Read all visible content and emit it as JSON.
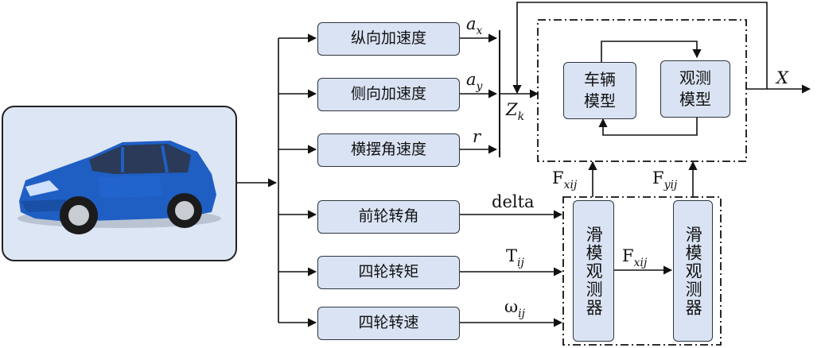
{
  "sensor_boxes": [
    {
      "id": "ax",
      "label": "纵向加速度"
    },
    {
      "id": "ay",
      "label": "侧向加速度"
    },
    {
      "id": "r",
      "label": "横摆角速度"
    },
    {
      "id": "delta",
      "label": "前轮转角"
    },
    {
      "id": "torque",
      "label": "四轮转矩"
    },
    {
      "id": "speed",
      "label": "四轮转速"
    }
  ],
  "upper_block": {
    "vehicle_model": "车辆\n模型",
    "observation_model": "观测\n模型"
  },
  "lower_block": {
    "observer_1": "滑模观测器",
    "observer_2": "滑模观测器"
  },
  "signals": {
    "ax": {
      "base": "a",
      "sub": "x"
    },
    "ay": {
      "base": "a",
      "sub": "y"
    },
    "r": "r",
    "zk": {
      "base": "Z",
      "sub": "k"
    },
    "x_out": "X",
    "delta": "delta",
    "tij": {
      "base": "T",
      "sub": "ij"
    },
    "wij": {
      "base": "ω",
      "sub": "ij"
    },
    "fxij_mid": {
      "base": "F",
      "sub": "xij"
    },
    "fxij_up": {
      "base": "F",
      "sub": "xij"
    },
    "fyij_up": {
      "base": "F",
      "sub": "yij"
    }
  },
  "colors": {
    "box_fill": "#dae3f3",
    "car_panel": "#dde6f5",
    "car_body": "#1f5fc4",
    "line": "#111111"
  },
  "icons": {
    "car": "blue-hatchback-car-icon"
  }
}
